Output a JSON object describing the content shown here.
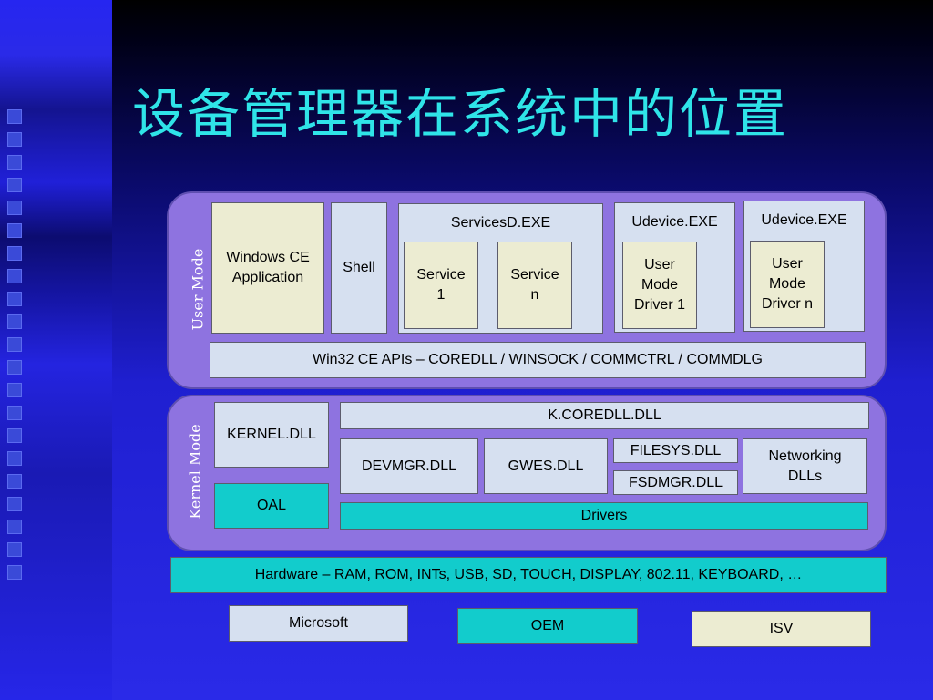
{
  "title": "设备管理器在系统中的位置",
  "user_mode": {
    "label": "User Mode",
    "windows_ce_app": "Windows CE\nApplication",
    "shell": "Shell",
    "servicesd": {
      "title": "ServicesD.EXE",
      "service1": "Service\n1",
      "servicen": "Service\nn"
    },
    "udevice1": {
      "title": "Udevice.EXE",
      "driver": "User\nMode\nDriver 1"
    },
    "udevice2": {
      "title": "Udevice.EXE",
      "driver": "User\nMode\nDriver n"
    },
    "win32_apis": "Win32 CE APIs – COREDLL / WINSOCK / COMMCTRL / COMMDLG"
  },
  "kernel_mode": {
    "label": "Kernel Mode",
    "kernel_dll": "KERNEL.DLL",
    "oal": "OAL",
    "k_coredll": "K.COREDLL.DLL",
    "devmgr": "DEVMGR.DLL",
    "gwes": "GWES.DLL",
    "filesys": "FILESYS.DLL",
    "fsdmgr": "FSDMGR.DLL",
    "networking": "Networking\nDLLs",
    "drivers": "Drivers"
  },
  "hardware": "Hardware – RAM, ROM, INTs, USB, SD, TOUCH, DISPLAY, 802.11, KEYBOARD, …",
  "legend": {
    "microsoft": "Microsoft",
    "oem": "OEM",
    "isv": "ISV"
  },
  "colors": {
    "microsoft": "#d6e0f0",
    "oem": "#12cccc",
    "isv": "#ececd2",
    "title": "#2fe4e8",
    "panel": "#8e73e0"
  }
}
